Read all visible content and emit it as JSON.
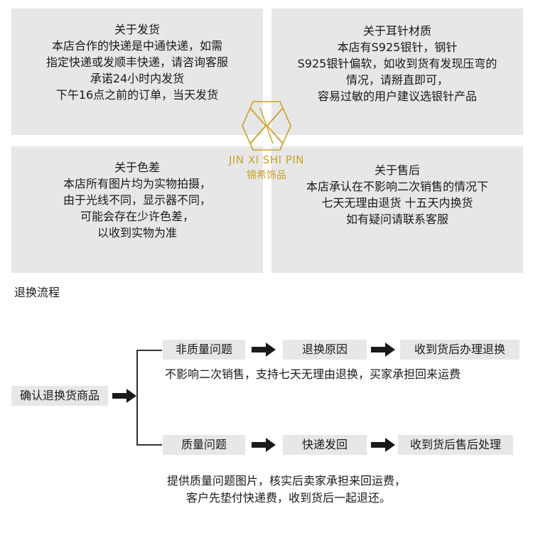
{
  "panels": {
    "shipping": {
      "lines": [
        "关于发货",
        "本店合作的快递是中通快递，如需",
        "指定快递或发顺丰快递，请咨询客服",
        "承诺24小时内发货",
        "下午16点之前的订单，当天发货"
      ]
    },
    "earring_material": {
      "lines": [
        "关于耳针材质",
        "本店有S925银针，钢针",
        "S925银针偏软，如收到货有发现压弯的",
        "情况，请掰直即可，",
        "容易过敏的用户建议选银针产品"
      ]
    },
    "color_difference": {
      "lines": [
        "关于色差",
        "本店所有图片均为实物拍摄，",
        "由于光线不同，显示器不同，",
        "可能会存在少许色差，",
        "以收到实物为准"
      ]
    },
    "after_sales": {
      "lines": [
        "关于售后",
        "本店承认在不影响二次销售的情况下",
        "七天无理由退货  十五天内换货",
        "如有疑问请联系客服"
      ]
    }
  },
  "logo": {
    "en": "JIN XI SHI PIN",
    "cn": "锦希饰品",
    "color": "#c9a227"
  },
  "flow": {
    "title": "退换流程",
    "start": "确认退换货商品",
    "non_quality": {
      "steps": [
        "非质量问题",
        "退换原因",
        "收到货后办理退换"
      ],
      "note": "不影响二次销售，支持七天无理由退换，买家承担回来运费"
    },
    "quality": {
      "steps": [
        "质量问题",
        "快递发回",
        "收到货后售后处理"
      ],
      "note_lines": [
        "提供质量问题图片，核实后卖家承担来回运费，",
        "客户先垫付快递费，收到货后一起退还。"
      ]
    }
  },
  "colors": {
    "panel_bg": "#e7e7e7",
    "text": "#1a1a1a",
    "arrow": "#1a1a1a"
  }
}
